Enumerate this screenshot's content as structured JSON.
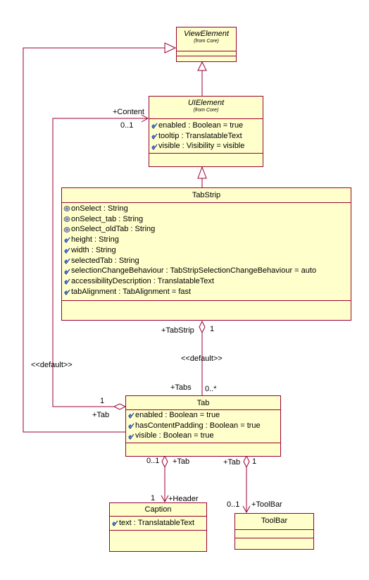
{
  "classes": {
    "view_element": {
      "name": "ViewElement",
      "from": "(from Core)"
    },
    "ui_element": {
      "name": "UIElement",
      "from": "(from Core)",
      "attributes": [
        {
          "text": "enabled : Boolean = true",
          "icon": "public-attribute-icon"
        },
        {
          "text": "tooltip : TranslatableText",
          "icon": "public-attribute-icon"
        },
        {
          "text": "visible : Visibility = visible",
          "icon": "public-attribute-icon"
        }
      ]
    },
    "tab_strip": {
      "name": "TabStrip",
      "attributes": [
        {
          "text": "onSelect : String",
          "icon": "event-attribute-icon"
        },
        {
          "text": "onSelect_tab : String",
          "icon": "event-attribute-icon"
        },
        {
          "text": "onSelect_oldTab : String",
          "icon": "event-attribute-icon"
        },
        {
          "text": "height : String",
          "icon": "public-attribute-icon"
        },
        {
          "text": "width : String",
          "icon": "public-attribute-icon"
        },
        {
          "text": "selectedTab : String",
          "icon": "public-attribute-icon"
        },
        {
          "text": "selectionChangeBehaviour : TabStripSelectionChangeBehaviour = auto",
          "icon": "public-attribute-icon"
        },
        {
          "text": "accessibilityDescription : TranslatableText",
          "icon": "public-attribute-icon"
        },
        {
          "text": "tabAlignment : TabAlignment = fast",
          "icon": "public-attribute-icon"
        }
      ]
    },
    "tab": {
      "name": "Tab",
      "attributes": [
        {
          "text": "enabled : Boolean = true",
          "icon": "public-attribute-icon"
        },
        {
          "text": "hasContentPadding : Boolean = true",
          "icon": "public-attribute-icon"
        },
        {
          "text": "visible : Boolean = true",
          "icon": "public-attribute-icon"
        }
      ]
    },
    "caption": {
      "name": "Caption",
      "attributes": [
        {
          "text": "text : TranslatableText",
          "icon": "public-attribute-icon"
        }
      ]
    },
    "toolbar": {
      "name": "ToolBar"
    }
  },
  "labels": {
    "content_role": "+Content",
    "content_mult": "0..1",
    "default_left": "<<default>>",
    "tab_role_left": "+Tab",
    "tab_mult_left": "1",
    "tabstrip_role": "+TabStrip",
    "tabstrip_mult": "1",
    "default_mid": "<<default>>",
    "tabs_role": "+Tabs",
    "tabs_mult": "0..*",
    "caption_tab_mult": "0..1",
    "caption_tab_role": "+Tab",
    "header_mult": "1",
    "header_role": "+Header",
    "toolbar_tab_role": "+Tab",
    "toolbar_tab_mult": "1",
    "toolbar_mult": "0..1",
    "toolbar_role": "+ToolBar"
  },
  "colors": {
    "line": "#990033",
    "fill": "#ffffcc"
  }
}
